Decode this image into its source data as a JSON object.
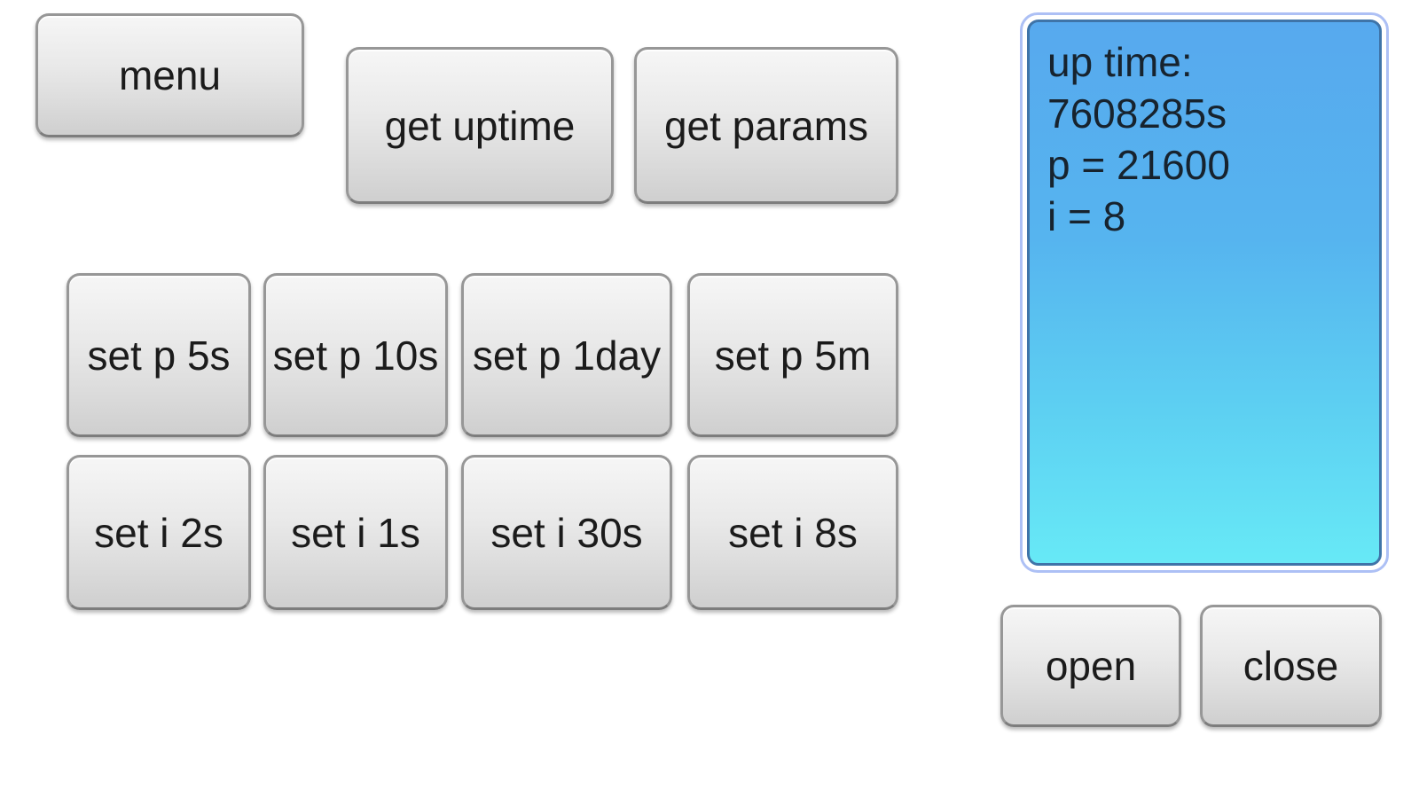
{
  "colors": {
    "page_bg": "#ffffff",
    "button_face_top": "#f6f6f6",
    "button_face_bottom": "#cfcfcf",
    "button_border": "#979797",
    "button_text": "#1b1b1b",
    "panel_outer_border": "#adc0f5",
    "panel_inner_border": "#3f74a8",
    "panel_gradient_top": "#57a9ee",
    "panel_gradient_bottom": "#67e9f6",
    "panel_text": "#17232e"
  },
  "top_buttons": {
    "menu": "menu",
    "get_uptime": "get uptime",
    "get_params": "get params"
  },
  "set_p_buttons": [
    {
      "label": "set p 5s"
    },
    {
      "label": "set p 10s"
    },
    {
      "label": "set p 1day"
    },
    {
      "label": "set p 5m"
    }
  ],
  "set_i_buttons": [
    {
      "label": "set i 2s"
    },
    {
      "label": "set i 1s"
    },
    {
      "label": "set i 30s"
    },
    {
      "label": "set i 8s"
    }
  ],
  "status_panel": {
    "lines": [
      "up time:",
      "7608285s",
      "p = 21600",
      "i = 8"
    ]
  },
  "connection_buttons": {
    "open": "open",
    "close": "close"
  }
}
